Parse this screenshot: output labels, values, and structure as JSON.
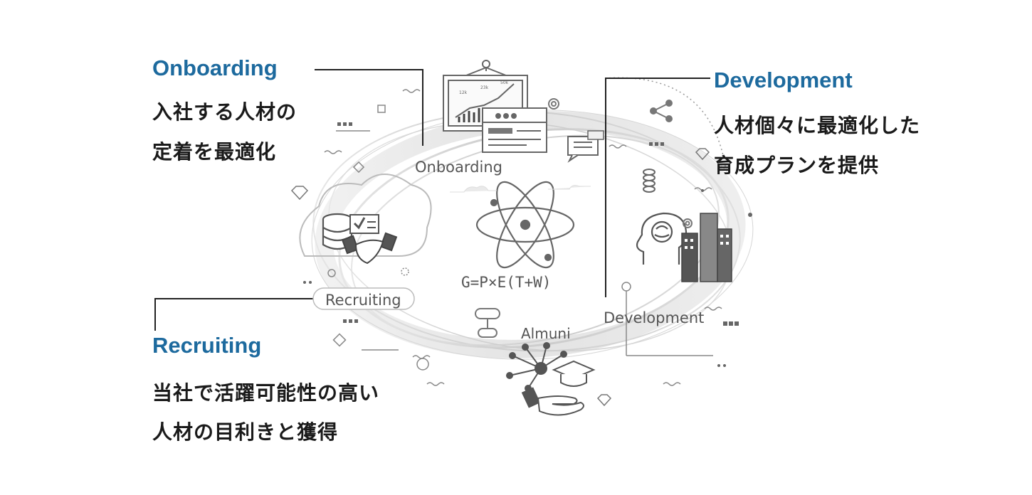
{
  "callouts": {
    "onboarding": {
      "heading": "Onboarding",
      "lines": [
        "入社する人材の",
        "定着を最適化"
      ]
    },
    "development": {
      "heading": "Development",
      "lines": [
        "人材個々に最適化した",
        "育成プランを提供"
      ]
    },
    "recruiting": {
      "heading": "Recruiting",
      "lines": [
        "当社で活躍可能性の高い",
        "人材の目利きと獲得"
      ]
    }
  },
  "diagram": {
    "labels": {
      "onboarding": "Onboarding",
      "recruiting": "Recruiting",
      "development": "Development",
      "alumni": "Almuni"
    },
    "formula": "G=P×E(T+W)",
    "chart_tick_labels": [
      "12k",
      "23k",
      "50k"
    ],
    "colors": {
      "accent": "#1d6a9e",
      "text": "#1a1a1a",
      "illustration": "#666666",
      "ring": "#cfcfcf"
    },
    "icons": [
      "atom-icon",
      "bar-chart-board-icon",
      "browser-window-icon",
      "chat-bubble-icon",
      "gear-icon",
      "share-icon",
      "brain-head-icon",
      "buildings-icon",
      "spring-coil-icon",
      "database-icon",
      "checklist-icon",
      "handshake-icon",
      "cloud-icon",
      "diamond-icon",
      "network-hub-icon",
      "graduation-cap-icon",
      "hand-icon",
      "flowchart-icon"
    ]
  }
}
